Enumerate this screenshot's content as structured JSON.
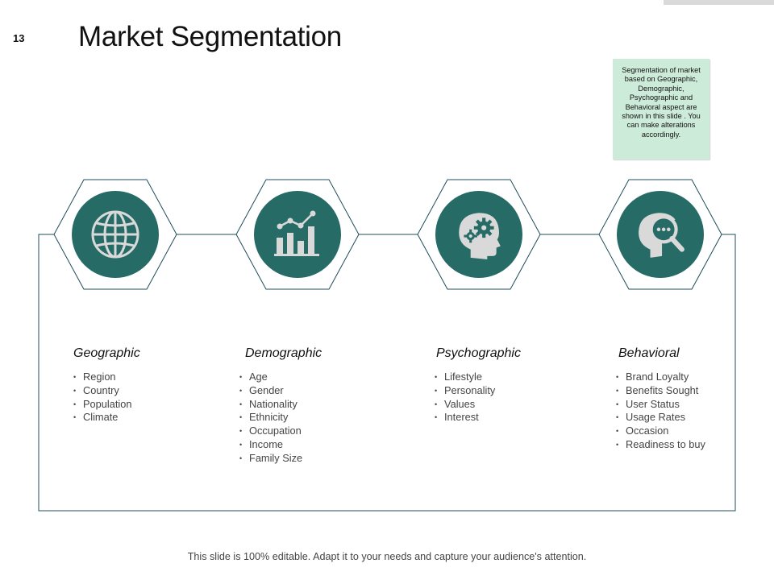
{
  "slide": {
    "number": "13",
    "title": "Market Segmentation",
    "note": "Segmentation of market based on Geographic, Demographic, Psychographic and Behavioral aspect are shown in this slide . You can make alterations accordingly.",
    "footer": "This slide is 100% editable. Adapt it to your needs and capture your audience's attention."
  },
  "colors": {
    "accent": "#266b66",
    "icon": "#d9d9d9",
    "note_bg": "#cdebd9",
    "frame": "#1f4d5a"
  },
  "segments": [
    {
      "title": "Geographic",
      "icon": "globe-icon",
      "items": [
        "Region",
        "Country",
        "Population",
        "Climate"
      ]
    },
    {
      "title": "Demographic",
      "icon": "bar-chart-growth-icon",
      "items": [
        "Age",
        "Gender",
        "Nationality",
        "Ethnicity",
        "Occupation",
        "Income",
        "Family Size"
      ]
    },
    {
      "title": "Psychographic",
      "icon": "head-gears-icon",
      "items": [
        "Lifestyle",
        "Personality",
        "Values",
        "Interest"
      ]
    },
    {
      "title": "Behavioral",
      "icon": "head-search-icon",
      "items": [
        "Brand Loyalty",
        "Benefits Sought",
        "User Status",
        "Usage Rates",
        "Occasion",
        "Readiness to buy"
      ]
    }
  ]
}
